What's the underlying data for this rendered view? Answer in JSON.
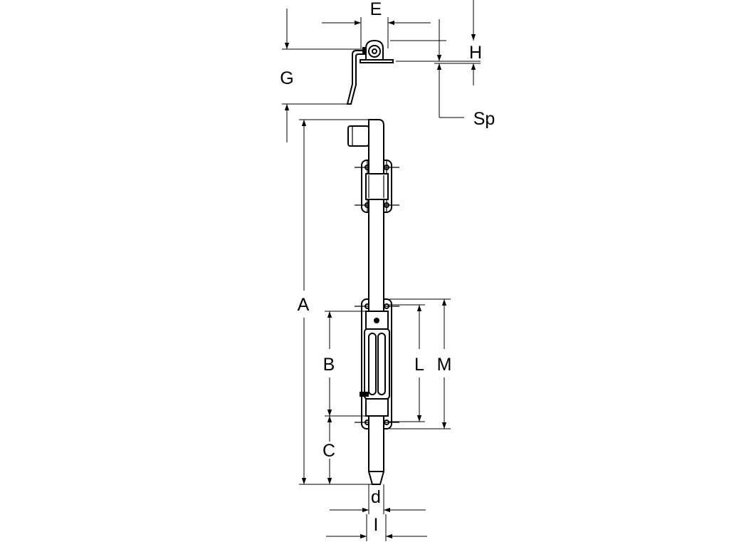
{
  "labels": {
    "E": "E",
    "H": "H",
    "G": "G",
    "Sp": "Sp",
    "A": "A",
    "B": "B",
    "L": "L",
    "M": "M",
    "C": "C",
    "d": "d",
    "I": "I"
  }
}
